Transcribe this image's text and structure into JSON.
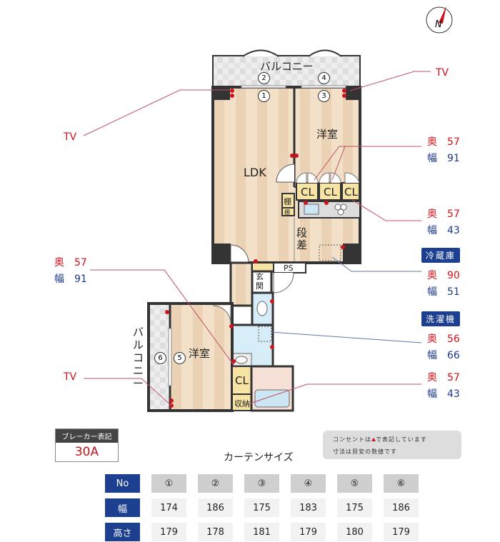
{
  "rooms": {
    "balcony_top": "バルコニー",
    "balcony_left": "バルコニー",
    "ldk": "LDK",
    "western_room_north": "洋室",
    "western_room_west": "洋室",
    "step": "段差",
    "cl": "CL",
    "shelf": "棚",
    "shelf_small": "棚",
    "entrance": "玄関",
    "ps": "PS",
    "storage": "収納"
  },
  "curtain_markers": [
    "1",
    "2",
    "3",
    "4",
    "5",
    "6"
  ],
  "annotations": {
    "tv": "TV",
    "depth_label": "奥",
    "width_label": "幅",
    "north_room_cl": {
      "depth": "57",
      "width": "91"
    },
    "kitchen_cl": {
      "depth": "57",
      "width": "43"
    },
    "west_room_cl": {
      "depth": "57",
      "width": "91"
    },
    "fridge": {
      "label": "冷蔵庫",
      "depth": "90",
      "width": "51"
    },
    "washer": {
      "label": "洗濯機",
      "depth": "56",
      "width": "66"
    },
    "storage": {
      "depth": "57",
      "width": "43"
    }
  },
  "compass": {
    "label": "N"
  },
  "breaker": {
    "title": "ブレーカー表記",
    "value": "30A"
  },
  "note": {
    "line1_pre": "コンセントは",
    "line1_post": "で表記しています",
    "line2": "寸法は目安の数値です"
  },
  "curtain_table": {
    "title": "カーテンサイズ",
    "row_headers": [
      "No",
      "幅",
      "高さ"
    ],
    "numbers": [
      "①",
      "②",
      "③",
      "④",
      "⑤",
      "⑥"
    ],
    "widths": [
      "174",
      "186",
      "175",
      "183",
      "175",
      "186"
    ],
    "heights": [
      "179",
      "178",
      "181",
      "179",
      "180",
      "179"
    ]
  },
  "colors": {
    "outlet": "#d0121b",
    "accent": "#1c3f8f",
    "floor": "#f1dcc4"
  }
}
